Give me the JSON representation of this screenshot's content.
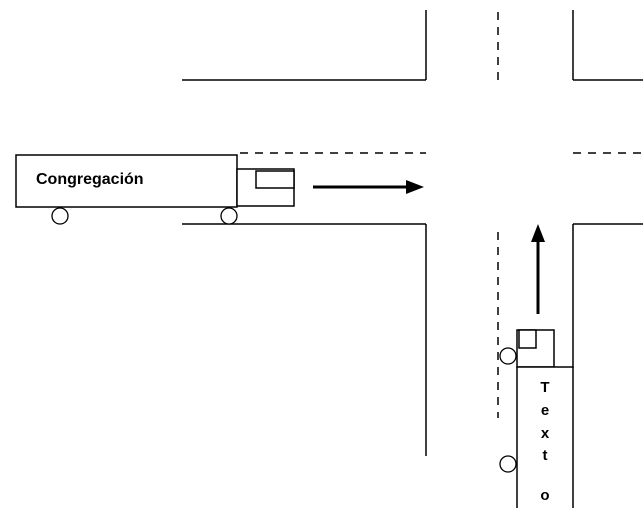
{
  "horizontal_truck": {
    "label": "Congregación"
  },
  "vertical_truck": {
    "label_letters": [
      "T",
      "e",
      "x",
      "t",
      "o"
    ]
  },
  "colors": {
    "stroke": "#000000",
    "background": "#ffffff"
  },
  "icons": {
    "east_arrow": "arrow-right-icon",
    "north_arrow": "arrow-up-icon"
  }
}
